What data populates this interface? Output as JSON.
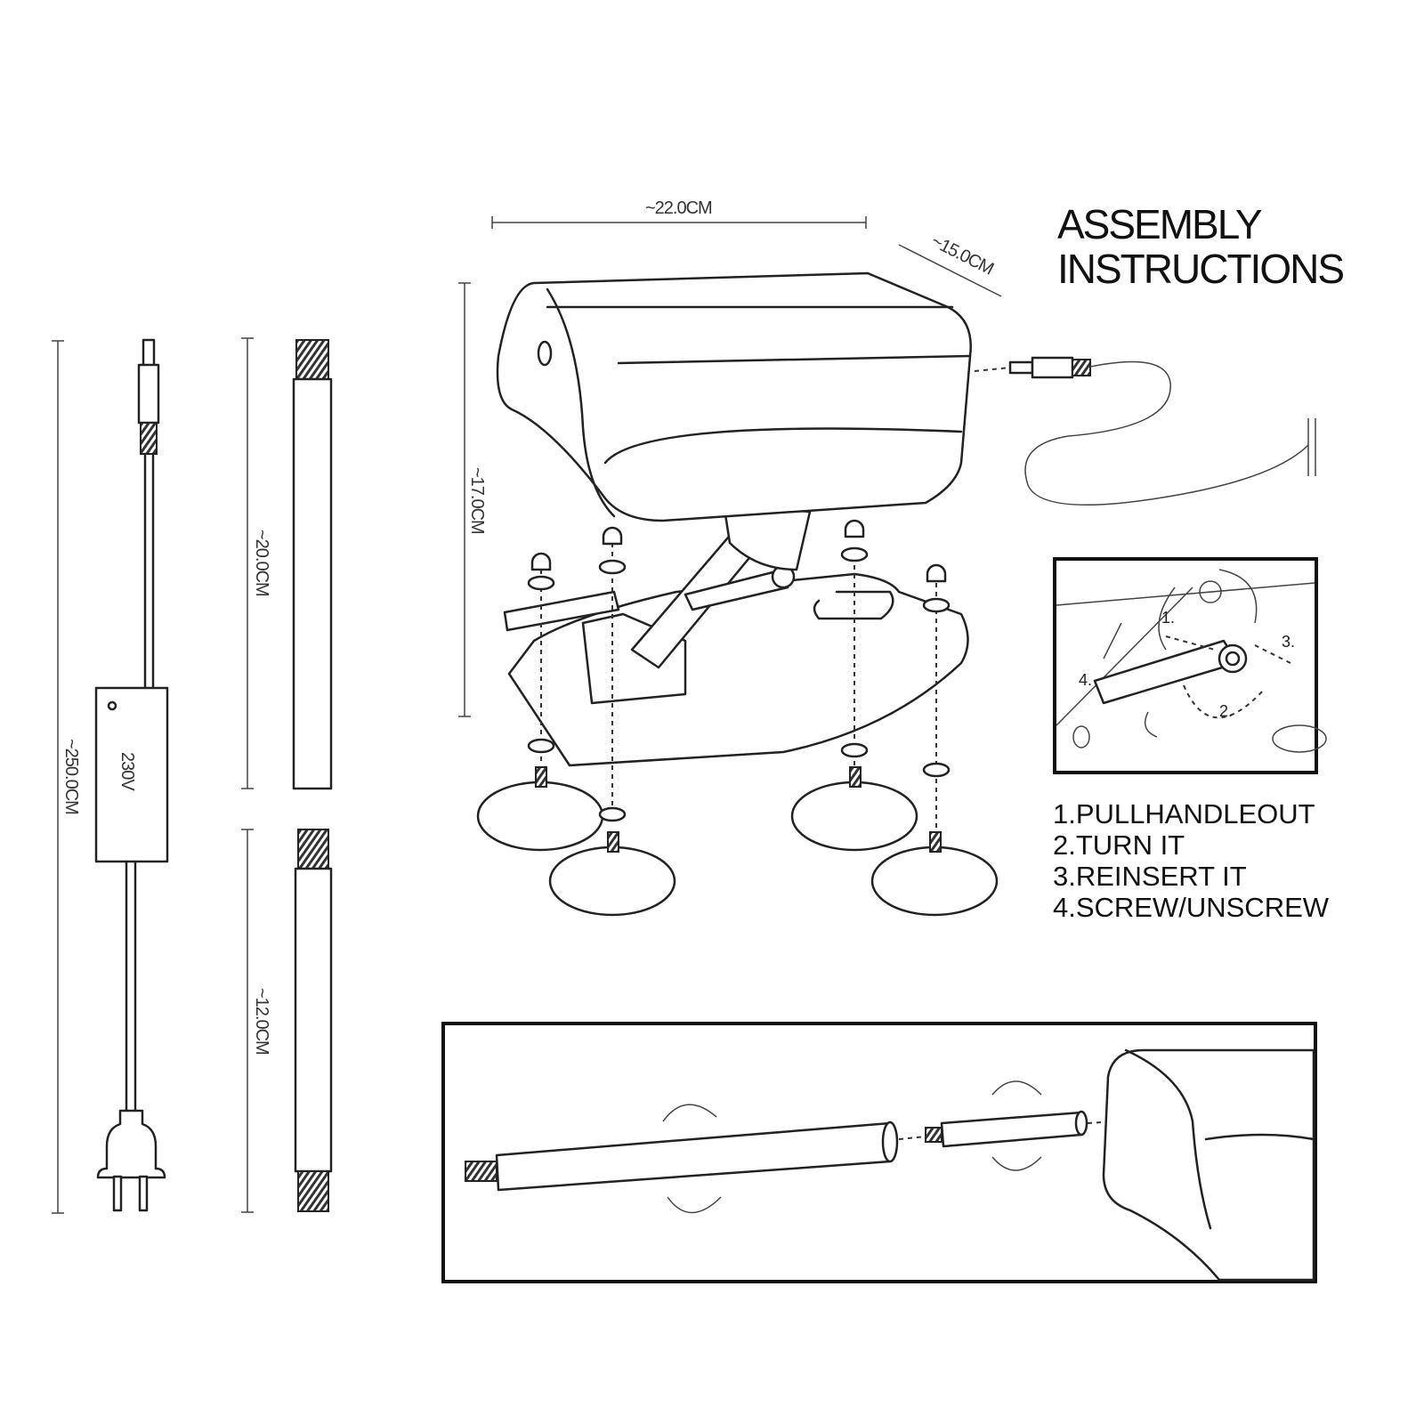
{
  "title": {
    "line1": "ASSEMBLY",
    "line2": "INSTRUCTIONS"
  },
  "dimensions": {
    "width": "~22.0CM",
    "depth": "~15.0CM",
    "height": "~17.0CM",
    "rod_long": "~20.0CM",
    "rod_short": "~12.0CM",
    "cable": "~250.0CM"
  },
  "adapter_label": "230V",
  "callouts": [
    "1.",
    "2.",
    "3.",
    "4."
  ],
  "steps": [
    "1.PULLHANDLEOUT",
    "2.TURN IT",
    "3.REINSERT IT",
    "4.SCREW/UNSCREW"
  ]
}
